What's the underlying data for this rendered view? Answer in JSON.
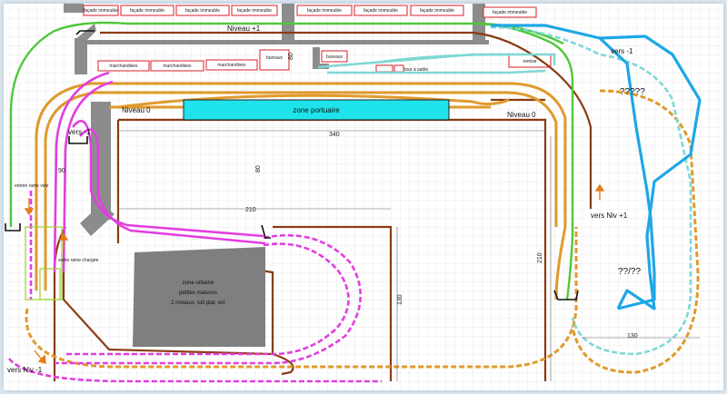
{
  "title": "",
  "labels": {
    "niveau_plus1": "Niveau +1",
    "niveau0_left": "Niveau 0",
    "niveau0_right": "Niveau 0",
    "zone_portuaire": "zone portuaire",
    "vers_moins1_left": "vers -1",
    "vers_moins1_right": "vers -1",
    "vers_niv_plus1": "vers Niv +1",
    "vers_niv_moins1": "vers Niv -1",
    "entree_rame_vide": "entrée rame vide",
    "sortie_rame_chargee": "sortie rame chargée",
    "question_top": "?????",
    "question_bottom": "??/??",
    "zone_urbaine_l1": "zone urbaine",
    "zone_urbaine_l2": "petites maisons",
    "zone_urbaine_l3": "2 niveaux, toit plat, ect",
    "tour_a_sable": "tour à sable",
    "remise": "remise",
    "bureaux_1": "bureaux",
    "bureaux_2": "bureaux"
  },
  "facades": [
    "façade immeuble",
    "façade immeuble",
    "façade immeuble",
    "façade immeuble",
    "façade immeuble",
    "façade immeuble",
    "façade immeuble",
    "façade immeuble"
  ],
  "marchandises": [
    "marchandises",
    "marchandises",
    "marchandises"
  ],
  "dimensions": {
    "d340": "340",
    "d80a": "80",
    "d80b": "80",
    "d90": "90",
    "d210a": "210",
    "d210b": "210",
    "d130a": "130",
    "d130b": "130"
  },
  "colors": {
    "green_track": "#4ec83a",
    "orange_track": "#e09a2c",
    "magenta_track": "#e23ee0",
    "cyan_track": "#7ed8d4",
    "brown_line": "#8a3b12",
    "blue_sketch": "#1ea7e6",
    "zone_portuaire_fill": "#1fe3ea",
    "zone_urbaine_fill": "#7f7f7f",
    "red_box": "#d81f26",
    "grey_structure": "#8a8a8a"
  }
}
